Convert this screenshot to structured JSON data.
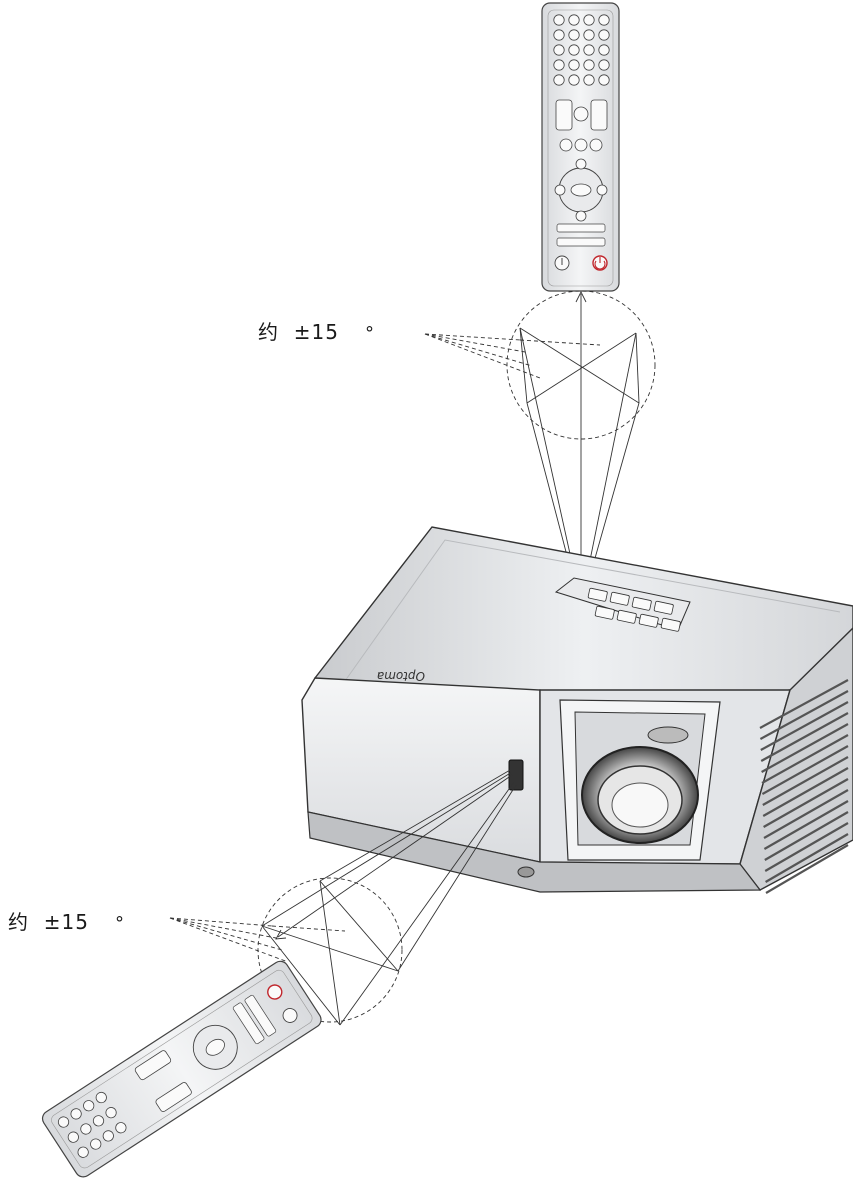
{
  "figure": {
    "angle_label_top": {
      "prefix": "约",
      "value": "±15",
      "unit": "°"
    },
    "angle_label_bottom": {
      "prefix": "约",
      "value": "±15",
      "unit": "°"
    },
    "projector": {
      "brand_logo": "Optoma"
    },
    "remote_top": {
      "rotation": "upright"
    },
    "remote_bottom": {
      "rotation": "tilted"
    }
  },
  "colors": {
    "line": "#333333",
    "body_light": "#eef0f2",
    "body_dark": "#d7d9dc",
    "power_red": "#c0262c"
  }
}
